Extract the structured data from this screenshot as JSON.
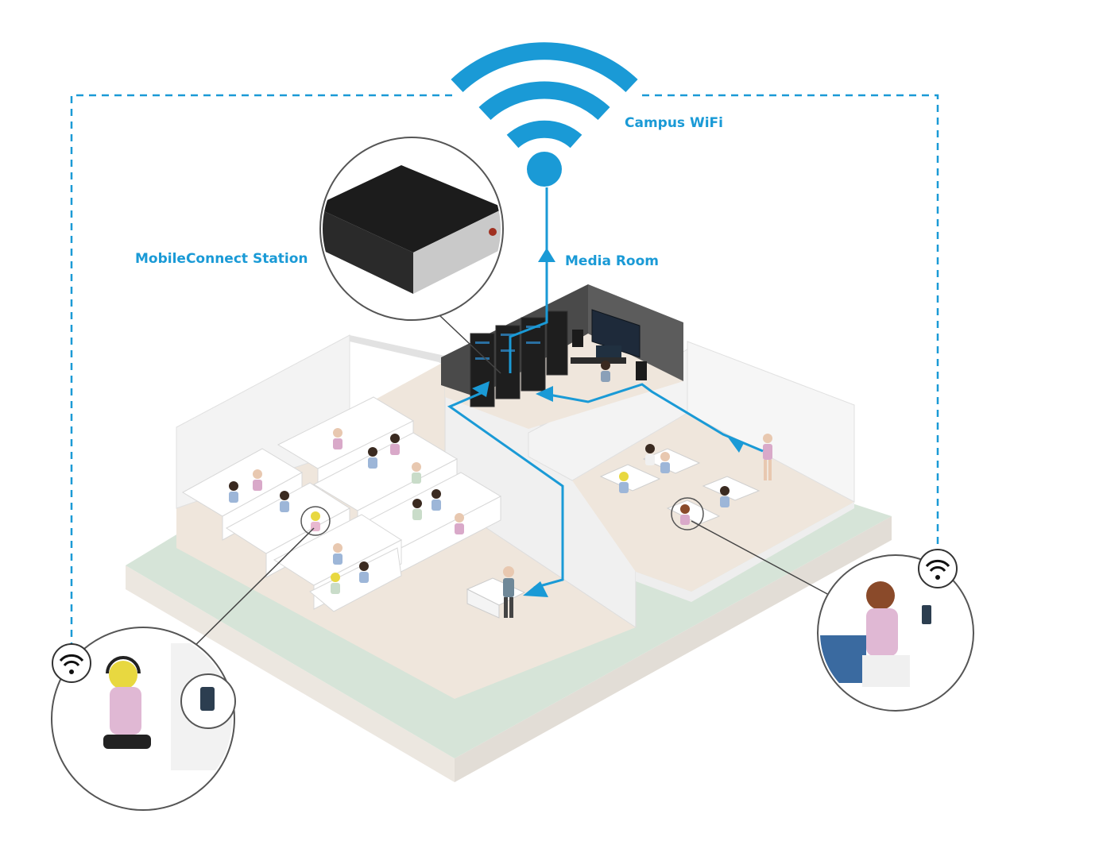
{
  "diagram": {
    "labels": {
      "wifi": "Campus WiFi",
      "station": "MobileConnect Station",
      "media_room": "Media Room"
    },
    "colors": {
      "accent": "#1a9ad6",
      "floor": "#efe6dc",
      "base_green": "#d6e4d8",
      "wall": "#f3f3f3",
      "wall_shade": "#e6e6e6",
      "media_room_wall": "#4a4a4a",
      "device_body": "#1c1c1c",
      "device_face": "#c9c9c9"
    },
    "icons": [
      "wifi-icon",
      "wifi-icon",
      "wifi-icon",
      "arrow-icon"
    ]
  }
}
